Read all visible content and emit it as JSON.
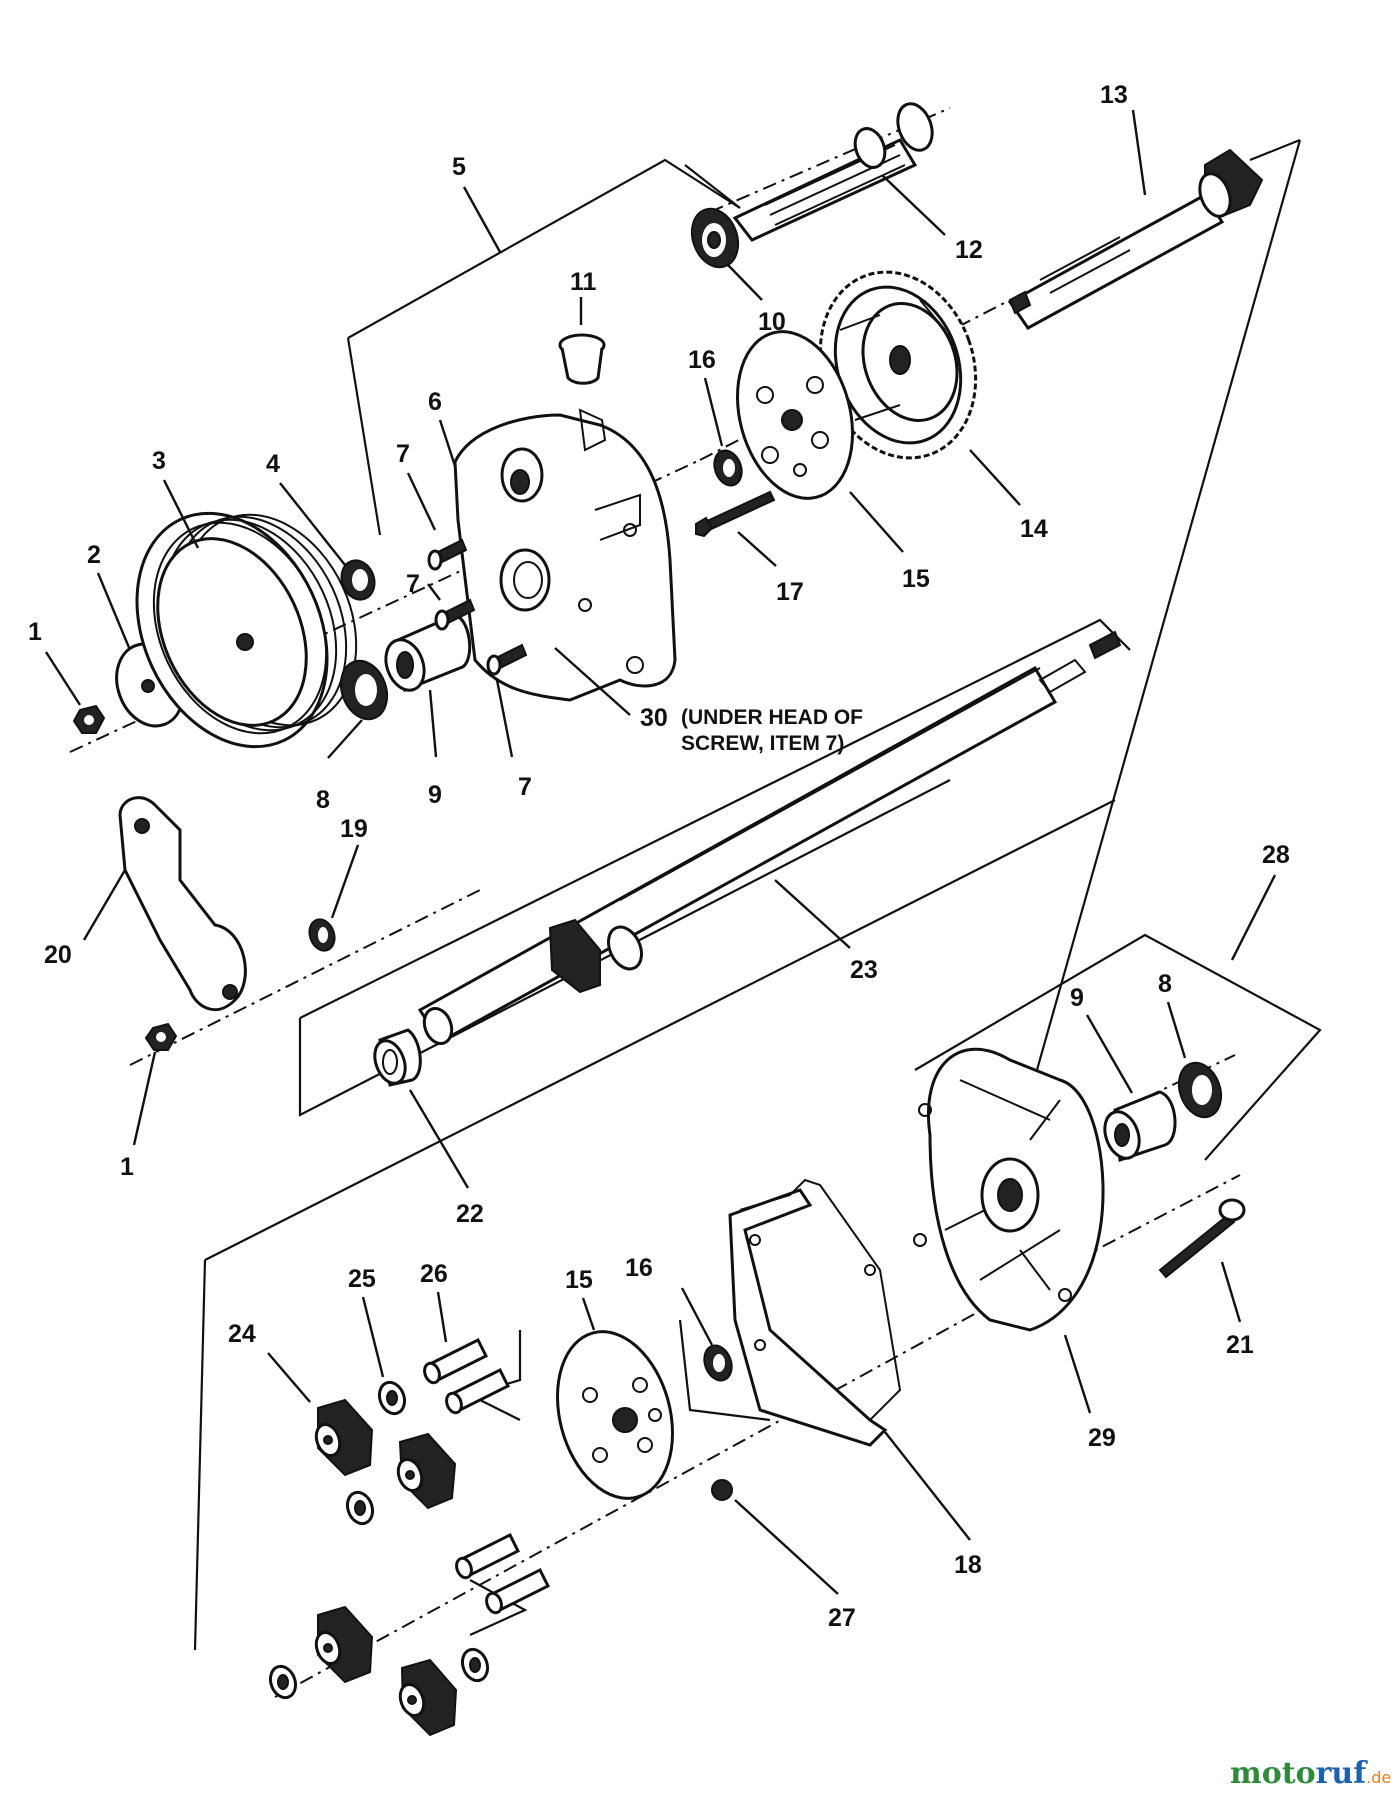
{
  "diagram": {
    "labels": [
      "1",
      "2",
      "3",
      "4",
      "5",
      "6",
      "7",
      "7",
      "7",
      "8",
      "9",
      "10",
      "11",
      "12",
      "13",
      "14",
      "15",
      "16",
      "17",
      "19",
      "20",
      "1",
      "23",
      "22",
      "28",
      "9",
      "8",
      "21",
      "29",
      "18",
      "27",
      "16",
      "15",
      "24",
      "25",
      "26"
    ],
    "note": {
      "number": "30",
      "line1": "(UNDER HEAD OF",
      "line2": "SCREW, ITEM 7)"
    },
    "watermark": {
      "part1": "moto",
      "part2": "ruf",
      "part3": ".de"
    }
  }
}
